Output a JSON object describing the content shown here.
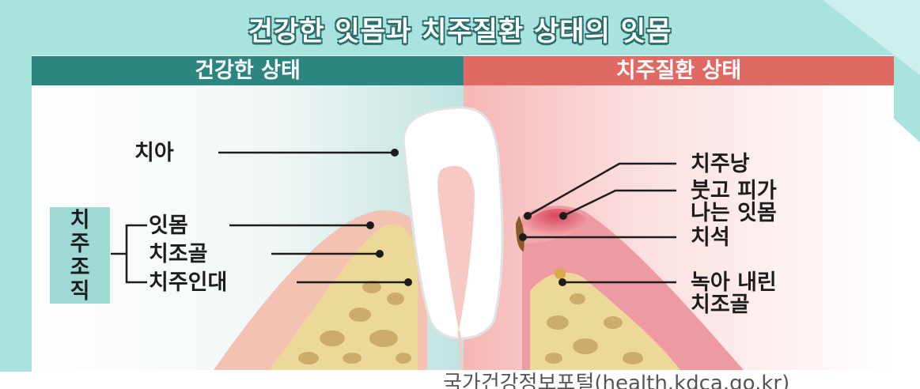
{
  "title": "건강한 잇몸과 치주질환 상태의 잇몸",
  "headers": {
    "healthy": "건강한 상태",
    "disease": "치주질환 상태"
  },
  "left_labels": {
    "tooth": "치아",
    "gum": "잇몸",
    "alveolar_bone": "치조골",
    "ligament": "치주인대"
  },
  "group_label": [
    "치",
    "주",
    "조",
    "직"
  ],
  "right_labels": {
    "pocket": "치주낭",
    "bleeding_gum_line1": "붓고 피가",
    "bleeding_gum_line2": "나는 잇몸",
    "calculus": "치석",
    "bone_loss_line1": "녹아 내린",
    "bone_loss_line2": "치조골"
  },
  "source": "국가건강정보포털(health.kdca.go.kr)",
  "colors": {
    "healthy_header": "#2b8580",
    "disease_header": "#e06a63",
    "title_outline": "#2a6f6b",
    "group_box": "#9ed9d5",
    "bone": "#ecd99a",
    "gum_healthy": "#f3c2b3",
    "gum_disease": "#e07a86"
  }
}
